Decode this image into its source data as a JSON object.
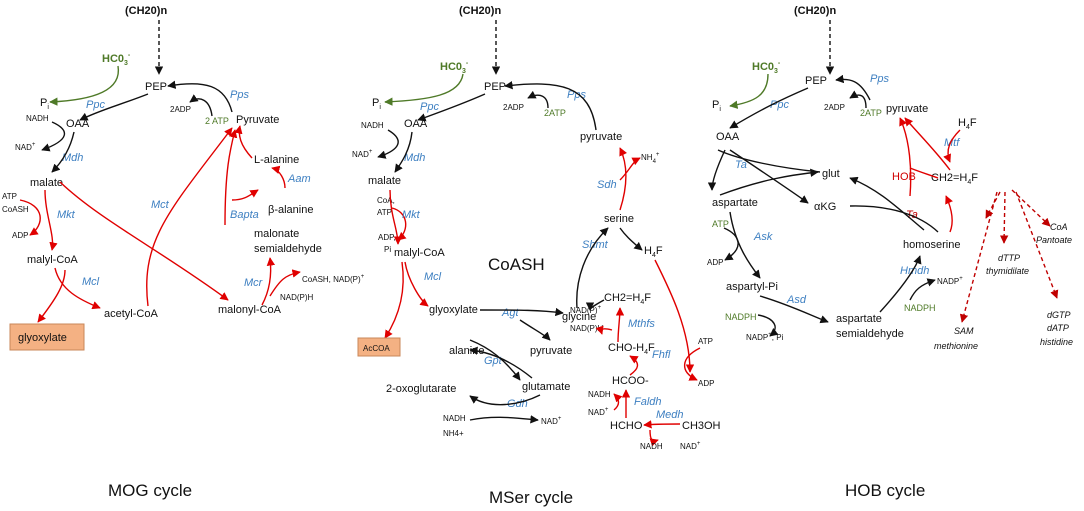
{
  "titles": {
    "mog": "MOG cycle",
    "mser": "MSer cycle",
    "hob": "HOB cycle"
  },
  "mog": {
    "ch2o": "(CH20)n",
    "hco3": "HC0",
    "hco3_sup": "3",
    "hco3_charge": "-",
    "pep": "PEP",
    "pi": "P",
    "pi_sub": "i",
    "oaa": "OAA",
    "nadh": "NADH",
    "nadp": "NAD",
    "nadp_sup": "+",
    "pyruvate": "Pyruvate",
    "twoadp": "2ADP",
    "twoatp": "2 ATP",
    "malate": "malate",
    "atp": "ATP",
    "coash": "CoASH",
    "adp": "ADP",
    "malylcoa": "malyl-CoA",
    "acetylcoa": "acetyl-CoA",
    "glyoxylate": "glyoxylate",
    "lalanine": "L-alanine",
    "balanine": "β-alanine",
    "malonate1": "malonate",
    "malonate2": "semialdehyde",
    "malonylcoa": "malonyl-CoA",
    "coash_nadp": "CoASH, NAD(P)",
    "coash_nadp_sup": "+",
    "nadph": "NAD(P)H",
    "enz": {
      "ppc": "Ppc",
      "pps": "Pps",
      "mdh": "Mdh",
      "mkt": "Mkt",
      "mcl": "Mcl",
      "mct": "Mct",
      "aam": "Aam",
      "bapta": "Bapta",
      "mcr": "Mcr"
    }
  },
  "mser": {
    "ch2o": "(CH20)n",
    "hco3": "HC0",
    "hco3_sup": "3",
    "hco3_charge": "-",
    "pep": "PEP",
    "pi": "P",
    "pi_sub": "i",
    "oaa": "OAA",
    "nadh": "NADH",
    "nadp": "NAD",
    "nadp_sup": "+",
    "twoadp": "2ADP",
    "twoatp": "2ATP",
    "pyruvate": "pyruvate",
    "nh4": "NH",
    "nh4_sub": "4",
    "nh4_sup": "+",
    "malate": "malate",
    "coa_atp_1": "CoA,",
    "coa_atp_2": "ATP",
    "adp_pi_1": "ADP,",
    "adp_pi_2": "Pi",
    "malylcoa": "malyl-CoA",
    "acoa": "AcCOA",
    "serine": "serine",
    "coash": "CoASH",
    "glyoxylate": "glyoxylate",
    "glycine": "glycine",
    "h4f": "H",
    "h4f_sub": "4",
    "h4f_tail": "F",
    "ch2h4f": "CH2=H",
    "ch2h4f_sub": "4",
    "ch2h4f_tail": "F",
    "nadp_plus": "NAD(P)",
    "nadp_plus_sup": "+",
    "nadph": "NAD(P)H",
    "choh4f": "CHO-H",
    "choh4f_sub": "4",
    "choh4f_tail": "F",
    "atp": "ATP",
    "adp": "ADP",
    "hcoo": "HCOO-",
    "nad_plus": "NAD",
    "nad_plus_sup": "+",
    "hcho": "HCHO",
    "ch3oh": "CH3OH",
    "nadh2": "NADH",
    "nad2": "NAD",
    "nad2_sup": "+",
    "alanine": "alanine",
    "pyruvate2": "pyruvate",
    "oxoglut": "2-oxoglutarate",
    "glutamate": "glutamate",
    "nadh3": "NADH",
    "nh4plus": "NH4+",
    "nad3": "NAD",
    "nad3_sup": "+",
    "enz": {
      "ppc": "Ppc",
      "pps": "Pps",
      "mdh": "Mdh",
      "mkt": "Mkt",
      "mcl": "Mcl",
      "sdh": "Sdh",
      "shmt": "Shmt",
      "agt": "Agt",
      "mthfs": "Mthfs",
      "gpt": "Gpt",
      "fhfl": "Fhfl",
      "gdh": "Gdh",
      "faldh": "Faldh",
      "medh": "Medh"
    }
  },
  "hob": {
    "ch2o": "(CH20)n",
    "hco3": "HC0",
    "hco3_sup": "3",
    "hco3_charge": "-",
    "pep": "PEP",
    "pi": "P",
    "pi_sub": "i",
    "oaa": "OAA",
    "pyruvate": "pyruvate",
    "twoadp": "2ADP",
    "twoatp": "2ATP",
    "h4f": "H",
    "h4f_sub": "4",
    "h4f_tail": "F",
    "glut": "glut",
    "hob": "HOB",
    "ch2h4f": "CH2=H",
    "ch2h4f_sub": "4",
    "ch2h4f_tail": "F",
    "aspartate": "aspartate",
    "akg": "αKG",
    "atp": "ATP",
    "adp": "ADP",
    "homoserine": "homoserine",
    "nadp": "NADP",
    "nadp_sup": "+",
    "aspartylpi": "aspartyl-Pi",
    "nadph": "NADPH",
    "nadph2": "NADPH",
    "asp_semi1": "aspartate",
    "asp_semi2": "semialdehyde",
    "nadp_pi": "NADP",
    "nadp_pi_sup": "+",
    "nadp_pi_tail": ", Pi",
    "coa": "CoA",
    "pantoate": "Pantoate",
    "dttp": "dTTP",
    "thymidilate": "thymidilate",
    "dgtp": "dGTP",
    "datp": "dATP",
    "histidine": "histidine",
    "sam": "SAM",
    "methionine": "methionine",
    "enz": {
      "ppc": "Ppc",
      "pps": "Pps",
      "mtf": "Mtf",
      "ta": "Ta",
      "ta_red": "Ta",
      "ask": "Ask",
      "hmdh": "Hmdh",
      "asd": "Asd"
    }
  }
}
